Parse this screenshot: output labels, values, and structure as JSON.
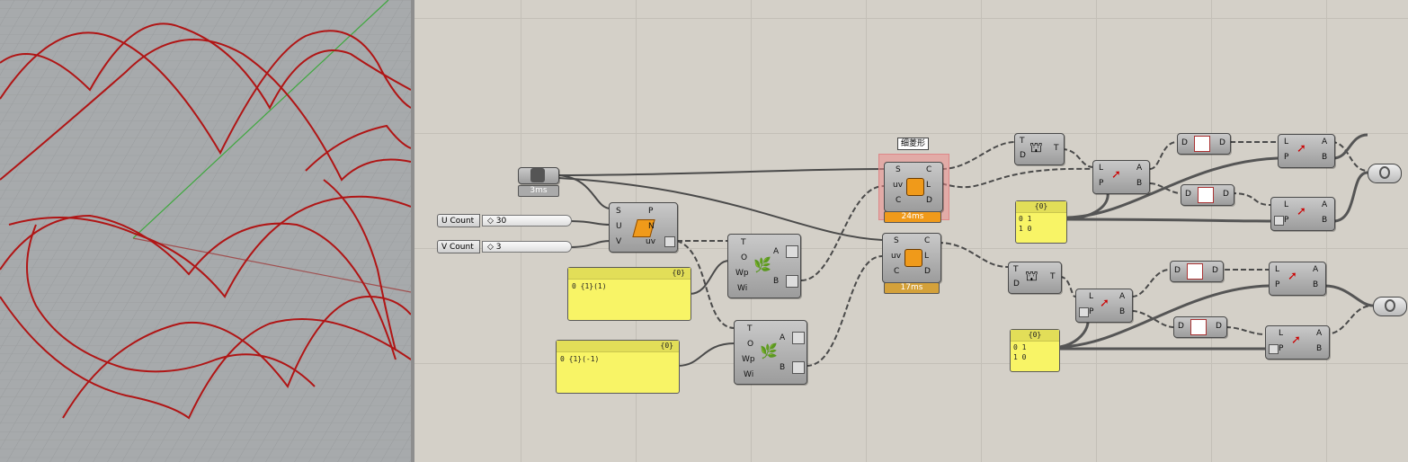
{
  "viewport": {
    "label": "3D viewport",
    "curve_color": "#b01515",
    "grid_color": "#9da0a2",
    "bg": "#a7aaac"
  },
  "canvas": {
    "timer": {
      "label": "3ms"
    },
    "sliders": [
      {
        "label": "U Count",
        "value": "30"
      },
      {
        "label": "V Count",
        "value": "3"
      }
    ],
    "surface_divide": {
      "in": [
        "S",
        "U",
        "V"
      ],
      "out": [
        "P",
        "N",
        "uv"
      ]
    },
    "panels": [
      {
        "header": "{0}",
        "row": "0  {1}(1)"
      },
      {
        "header": "{0}",
        "row": "0  {1}(-1)"
      },
      {
        "header": "{0}",
        "rows": [
          "0  1",
          "1  0"
        ]
      },
      {
        "header": "{0}",
        "rows": [
          "0  1",
          "1  0"
        ]
      }
    ],
    "tree_comp": {
      "in": [
        "T",
        "O",
        "Wp",
        "Wi"
      ],
      "out": [
        "A",
        "B"
      ]
    },
    "tooltip": "细菱形",
    "curve_comp": {
      "in": [
        "S",
        "uv",
        "C"
      ],
      "out": [
        "C",
        "L",
        "D"
      ],
      "time1": "24ms",
      "time2": "17ms"
    },
    "shift": {
      "in": [
        "T",
        "D"
      ],
      "out": [
        "T"
      ]
    },
    "pick": {
      "in": [
        "L",
        "P"
      ],
      "out": [
        "A",
        "B"
      ]
    },
    "dup": {
      "in": [
        "D"
      ],
      "out": [
        "D"
      ]
    },
    "wire_color": "#4a4a4a"
  }
}
